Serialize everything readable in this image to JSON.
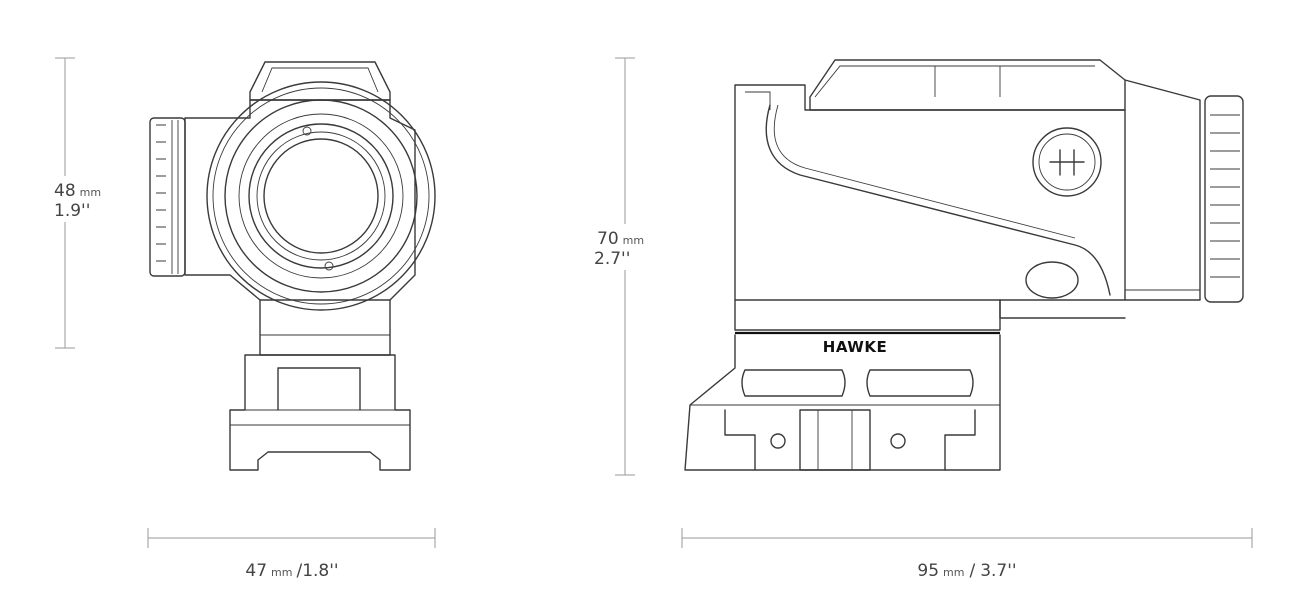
{
  "front_view": {
    "height": {
      "value": "48",
      "unit": "mm",
      "imperial": "1.9''"
    },
    "width": {
      "value": "47",
      "unit": "mm",
      "separator": "/",
      "imperial": "1.8''"
    }
  },
  "side_view": {
    "height": {
      "value": "70",
      "unit": "mm",
      "imperial": "2.7''"
    },
    "length": {
      "value": "95",
      "unit": "mm",
      "separator": "/",
      "imperial": "3.7''"
    },
    "brand_logo_text": "HAWKE"
  }
}
